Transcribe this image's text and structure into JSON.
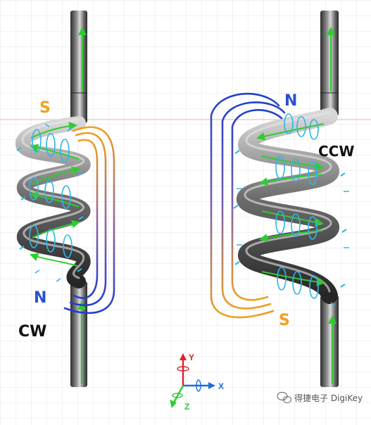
{
  "labels": {
    "left_top_pole": "S",
    "left_bottom_pole": "N",
    "left_winding": "CW",
    "right_top_pole": "N",
    "right_bottom_pole": "S",
    "right_winding": "CCW"
  },
  "axes": {
    "y": "Y",
    "x": "X",
    "z": "Z"
  },
  "watermark": "得捷电子 DigiKey",
  "colors": {
    "field_blue": "#1f3fcf",
    "field_orange": "#f0a020",
    "current_green": "#2ecc2e",
    "ring_cyan": "#2fb6e6",
    "label_orange": "#f0a020",
    "label_blue": "#2a4fd0",
    "axis_red": "#e0202a",
    "axis_blue": "#1a6fe0",
    "axis_green": "#2ecc2e"
  }
}
